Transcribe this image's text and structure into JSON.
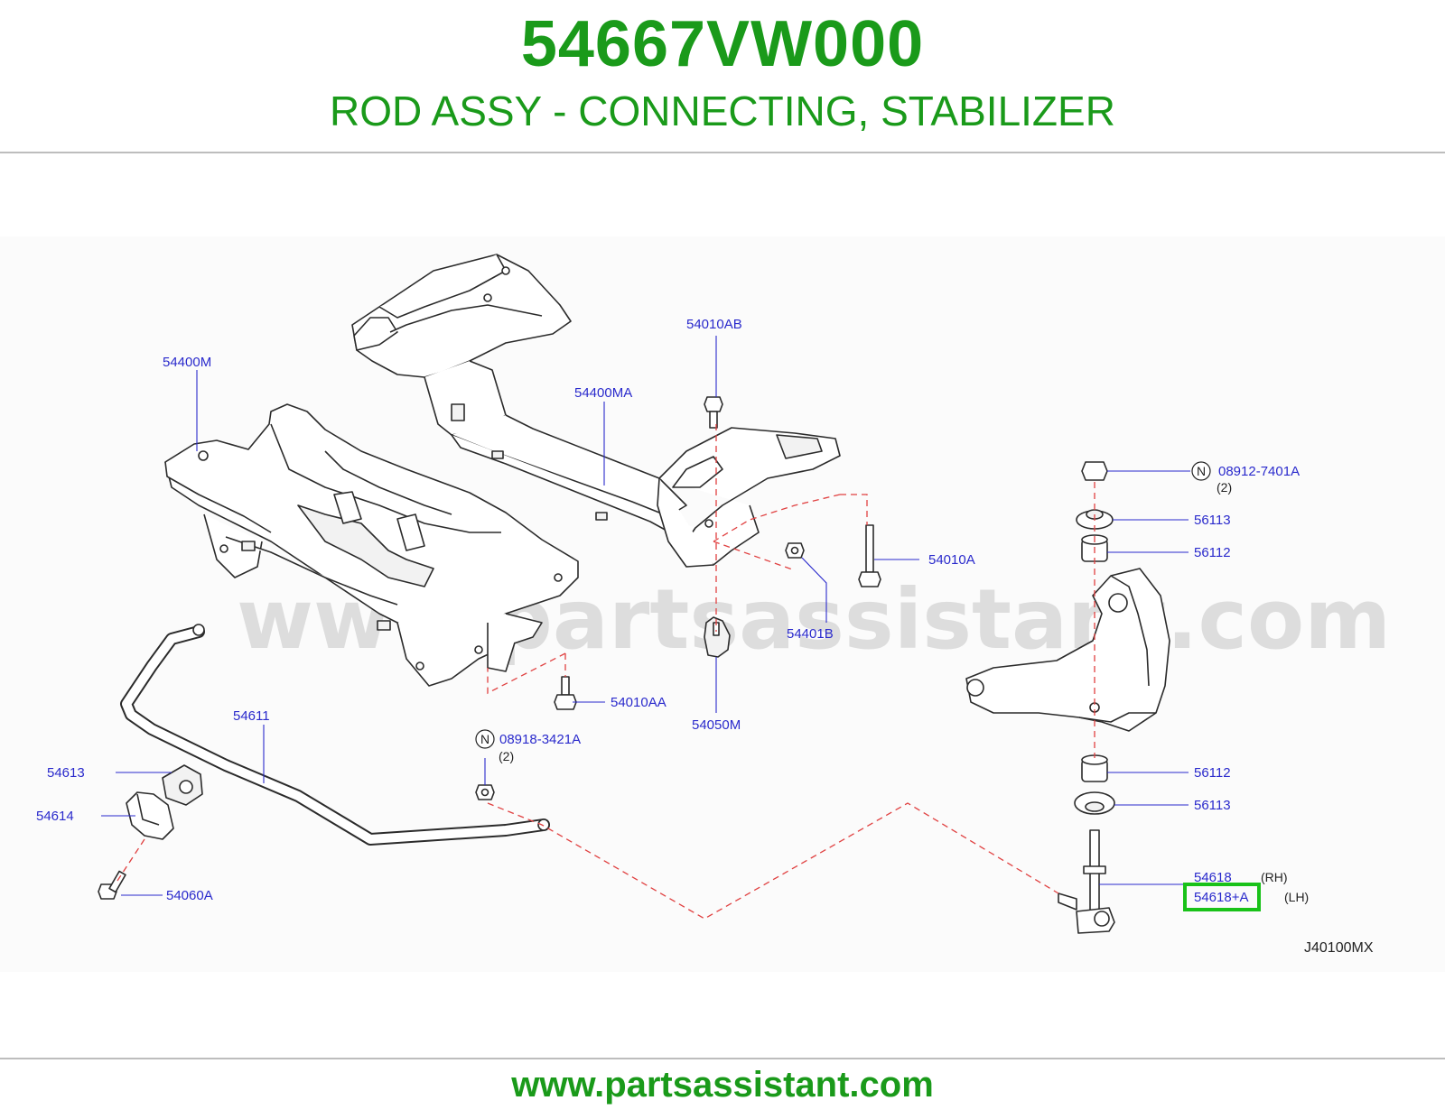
{
  "header": {
    "part_number": "54667VW000",
    "part_description": "ROD ASSY - CONNECTING, STABILIZER"
  },
  "watermark": "www.partsassistant.com",
  "footer": {
    "url": "www.partsassistant.com"
  },
  "diagram": {
    "code": "J40100MX",
    "labels": {
      "p54400M": "54400M",
      "p54400MA": "54400MA",
      "p54010AB": "54010AB",
      "p54010A": "54010A",
      "p54401B": "54401B",
      "p54050M": "54050M",
      "p54010AA": "54010AA",
      "p54611": "54611",
      "p54613": "54613",
      "p54614": "54614",
      "p54060A": "54060A",
      "p08918": "08918-3421A",
      "p08918_qty": "(2)",
      "p08912": "08912-7401A",
      "p08912_qty": "(2)",
      "p56113_top": "56113",
      "p56112_top": "56112",
      "p56112_bot": "56112",
      "p56113_bot": "56113",
      "p54618": "54618",
      "p54618_side": "(RH)",
      "p54618A": "54618+A",
      "p54618A_side": "(LH)",
      "n_marker": "N"
    },
    "highlight_color": "#19c219",
    "label_color": "#2a2acc",
    "accent_color": "#1a9a1a"
  }
}
